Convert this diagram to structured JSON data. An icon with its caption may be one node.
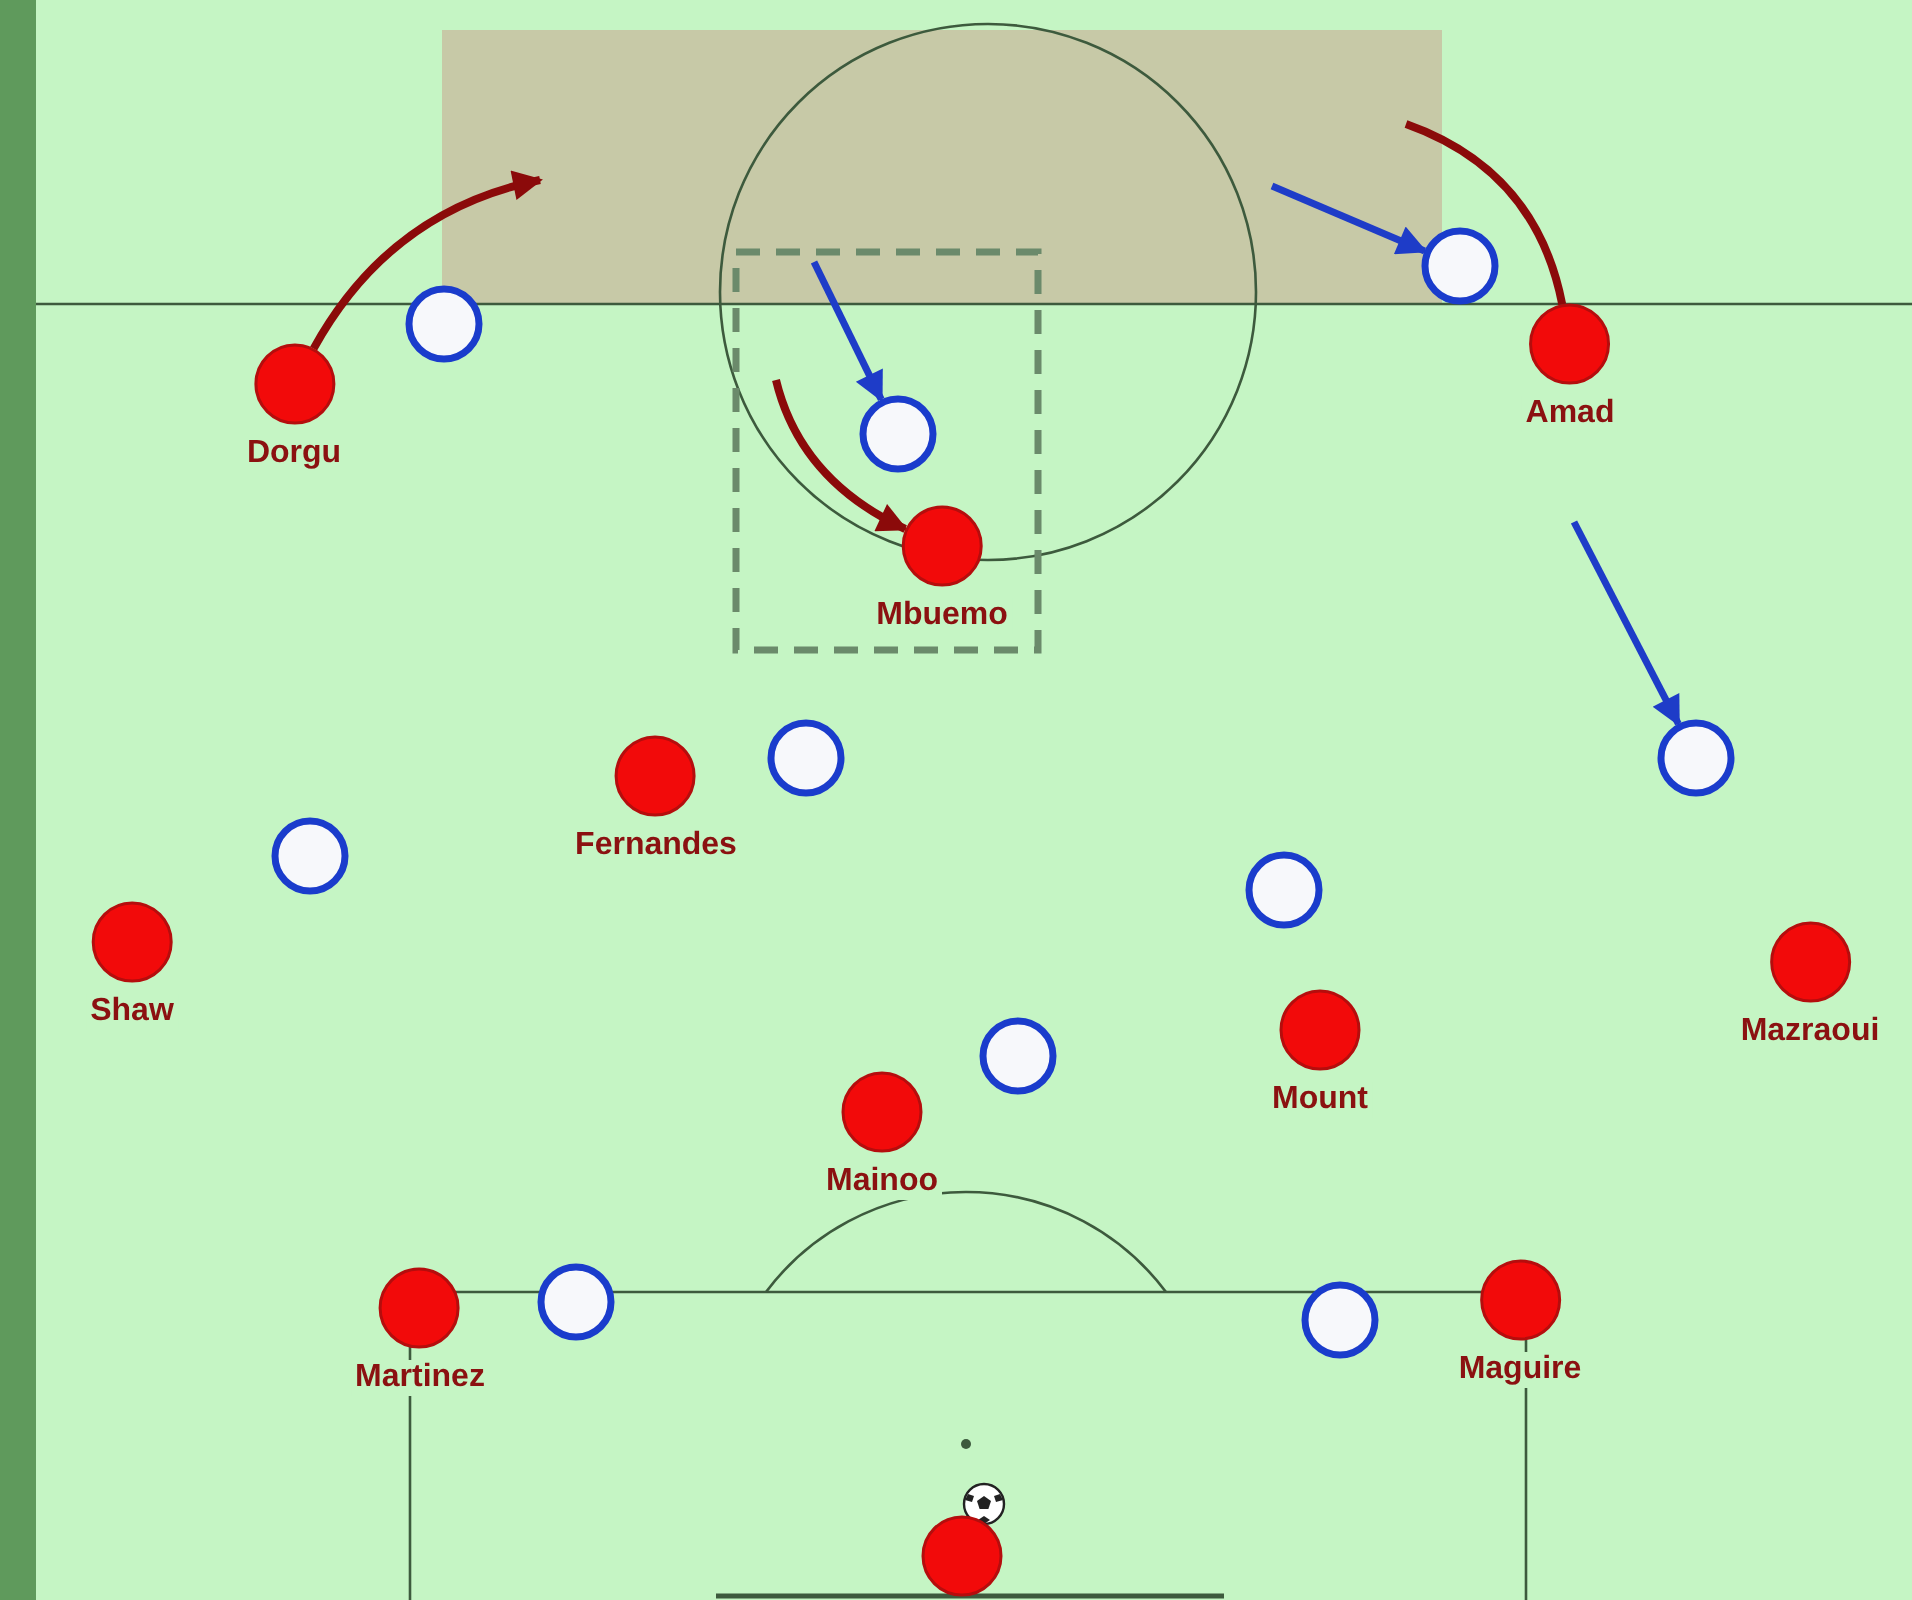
{
  "diagram": {
    "nodes": [
      {
        "text": [
          "Dorgu"
        ]
      },
      {
        "text": [],
        "shape": "circle"
      },
      {
        "text": [],
        "shape": "circle"
      },
      {
        "text": [
          "Mbuemo"
        ]
      },
      {
        "text": [],
        "shape": "circle"
      },
      {
        "text": [
          "Amad"
        ]
      },
      {
        "text": [
          "Fernandes"
        ]
      },
      {
        "text": [],
        "shape": "circle"
      },
      {
        "text": [],
        "shape": "circle"
      },
      {
        "text": [],
        "shape": "circle"
      },
      {
        "text": [
          "Shaw"
        ]
      },
      {
        "text": [],
        "shape": "circle"
      },
      {
        "text": [
          "Mazraoui"
        ]
      },
      {
        "text": [
          "Mount"
        ]
      },
      {
        "text": [],
        "shape": "circle"
      },
      {
        "text": [
          "Mainoo"
        ]
      },
      {
        "text": [
          "Martinez"
        ]
      },
      {
        "text": [],
        "shape": "circle"
      },
      {
        "text": [],
        "shape": "circle"
      },
      {
        "text": [
          "Maguire"
        ]
      },
      {
        "text": [],
        "shape": "circle"
      }
    ],
    "edges": [
      {
        "from": 0,
        "to": null,
        "arrow": "to",
        "color": "#8b0a0a"
      },
      {
        "from": null,
        "to": 2,
        "arrow": "to",
        "color": "#1e3cc8"
      },
      {
        "from": null,
        "to": 3,
        "arrow": "to",
        "color": "#8b0a0a"
      },
      {
        "from": null,
        "to": 4,
        "arrow": "to",
        "color": "#1e3cc8"
      },
      {
        "from": 5,
        "to": null,
        "arrow": "none",
        "color": "#8b0a0a"
      },
      {
        "from": null,
        "to": 8,
        "arrow": "to",
        "color": "#1e3cc8"
      }
    ]
  }
}
